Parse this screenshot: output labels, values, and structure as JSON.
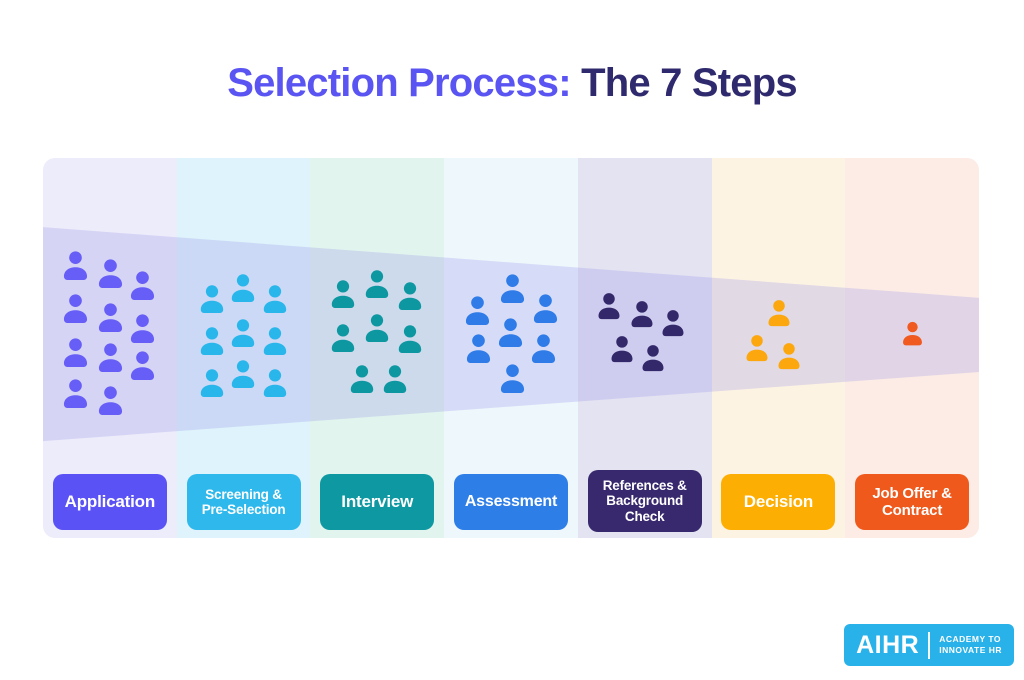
{
  "title": {
    "part1": "Selection Process:",
    "part2": "The 7 Steps",
    "part1_color": "#5a55f2",
    "part2_color": "#2f2a6e"
  },
  "steps": [
    {
      "label": "Application",
      "people_count": 11,
      "icon_color": "#665ef6",
      "badge_color": "#5b52f5",
      "column_color": "#edecfa"
    },
    {
      "label": "Screening &\nPre-Selection",
      "people_count": 9,
      "icon_color": "#29b6ea",
      "badge_color": "#2eb8ec",
      "column_color": "#def3fb"
    },
    {
      "label": "Interview",
      "people_count": 8,
      "icon_color": "#0d97a1",
      "badge_color": "#0d98a2",
      "column_color": "#e1f4ee"
    },
    {
      "label": "Assessment",
      "people_count": 7,
      "icon_color": "#2f7be8",
      "badge_color": "#2e7ee7",
      "column_color": "#eef7fc"
    },
    {
      "label": "References &\nBackground\nCheck",
      "people_count": 5,
      "icon_color": "#33286a",
      "badge_color": "#38286d",
      "column_color": "#e4e3f2"
    },
    {
      "label": "Decision",
      "people_count": 3,
      "icon_color": "#fba70d",
      "badge_color": "#fdae02",
      "column_color": "#fdf3e3"
    },
    {
      "label": "Job Offer &\nContract",
      "people_count": 1,
      "icon_color": "#f05a20",
      "badge_color": "#ef591c",
      "column_color": "#fcece5"
    }
  ],
  "funnel_overlay_color": "rgba(151,148,233,0.27)",
  "logo": {
    "brand": "AIHR",
    "tagline_line1": "ACADEMY TO",
    "tagline_line2": "INNOVATE HR",
    "bg_color": "#29b2e9"
  }
}
